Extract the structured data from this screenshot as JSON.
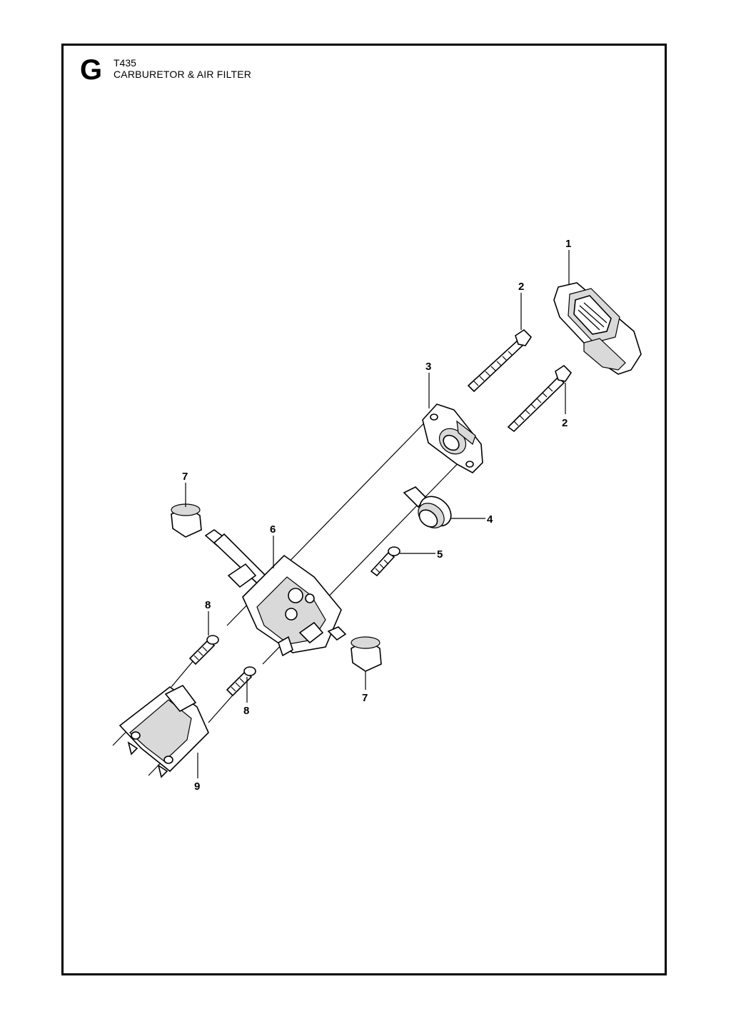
{
  "header": {
    "section_letter": "G",
    "model": "T435",
    "title": "CARBURETOR & AIR FILTER"
  },
  "callouts": {
    "c1": "1",
    "c2a": "2",
    "c2b": "2",
    "c3": "3",
    "c4": "4",
    "c5": "5",
    "c6": "6",
    "c7a": "7",
    "c7b": "7",
    "c8a": "8",
    "c8b": "8",
    "c9": "9"
  }
}
